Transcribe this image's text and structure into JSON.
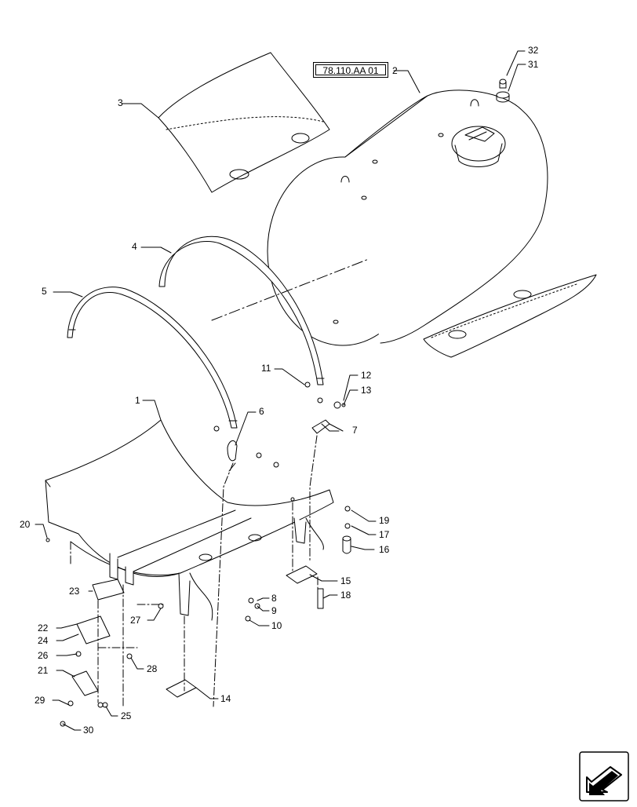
{
  "reference_box": {
    "text": "78.110.AA 01"
  },
  "callouts": {
    "c1": "1",
    "c2": "2",
    "c3": "3",
    "c4": "4",
    "c5": "5",
    "c6": "6",
    "c7": "7",
    "c8": "8",
    "c9": "9",
    "c10": "10",
    "c11": "11",
    "c12": "12",
    "c13": "13",
    "c14": "14",
    "c15": "15",
    "c16": "16",
    "c17": "17",
    "c18": "18",
    "c19": "19",
    "c20": "20",
    "c21": "21",
    "c22": "22",
    "c23": "23",
    "c24": "24",
    "c25": "25",
    "c26": "26",
    "c27": "27",
    "c28": "28",
    "c29": "29",
    "c30": "30",
    "c31": "31",
    "c32": "32"
  },
  "navigation": {
    "icon": "back-arrow-icon"
  }
}
